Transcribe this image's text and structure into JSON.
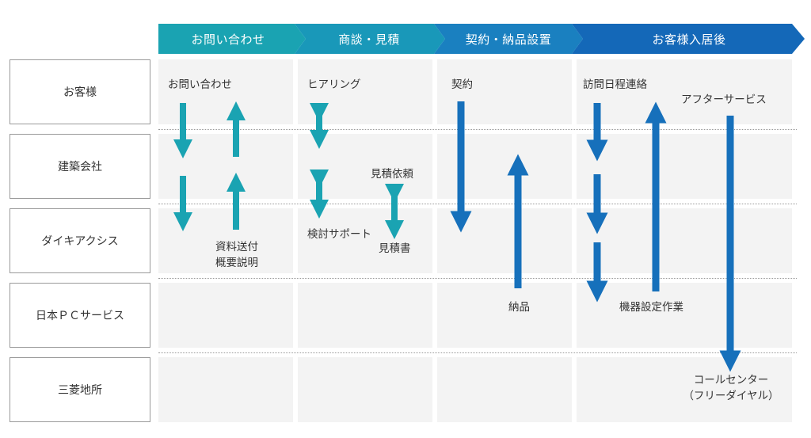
{
  "phases": [
    {
      "label": "お問い合わせ",
      "color": "#1aa3b2"
    },
    {
      "label": "商談・見積",
      "color": "#1998b9"
    },
    {
      "label": "契約・納品設置",
      "color": "#1a80c0"
    },
    {
      "label": "お客様入居後",
      "color": "#1468b8"
    }
  ],
  "rows": [
    {
      "label": "お客様"
    },
    {
      "label": "建築会社"
    },
    {
      "label": "ダイキアクシス"
    },
    {
      "label": "日本ＰＣサービス"
    },
    {
      "label": "三菱地所"
    }
  ],
  "notes": {
    "inquiry": "お問い合わせ",
    "materials_line1": "資料送付",
    "materials_line2": "概要説明",
    "hearing": "ヒアリング",
    "quote_request": "見積依頼",
    "review_support": "検討サポート",
    "quote": "見積書",
    "contract": "契約",
    "delivery": "納品",
    "visit_schedule": "訪問日程連絡",
    "after_service": "アフターサービス",
    "installation": "機器設定作業",
    "call_center_line1": "コールセンター",
    "call_center_line2": "（フリーダイヤル）"
  },
  "colors": {
    "teal_arrow": "#1aa3b2",
    "blue_arrow": "#1670bb",
    "cell_bg": "#f3f3f3",
    "border": "#9a9a9a"
  }
}
